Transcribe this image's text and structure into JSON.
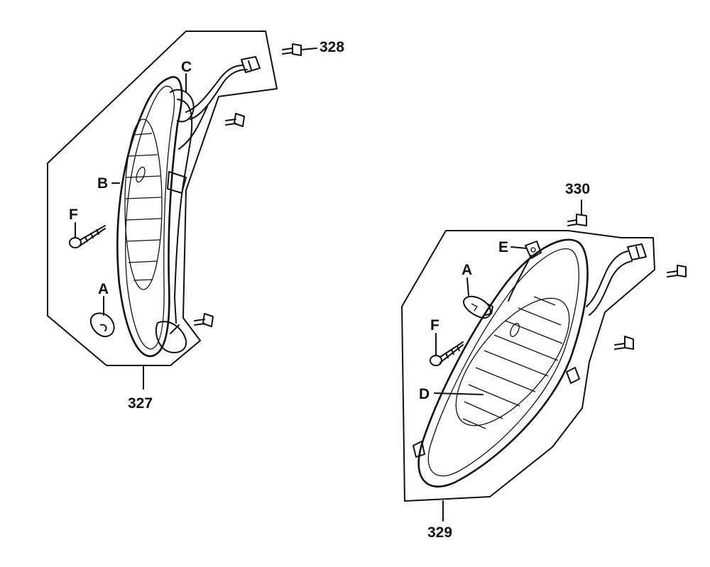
{
  "assemblies": [
    {
      "part_number": "327",
      "side": "left"
    },
    {
      "part_number": "329",
      "side": "right"
    }
  ],
  "callouts": {
    "part_328": "328",
    "part_330": "330",
    "letter_a_left": "A",
    "letter_b": "B",
    "letter_c": "C",
    "letter_f_left": "F",
    "letter_a_right": "A",
    "letter_d": "D",
    "letter_e": "E",
    "letter_f_right": "F"
  }
}
